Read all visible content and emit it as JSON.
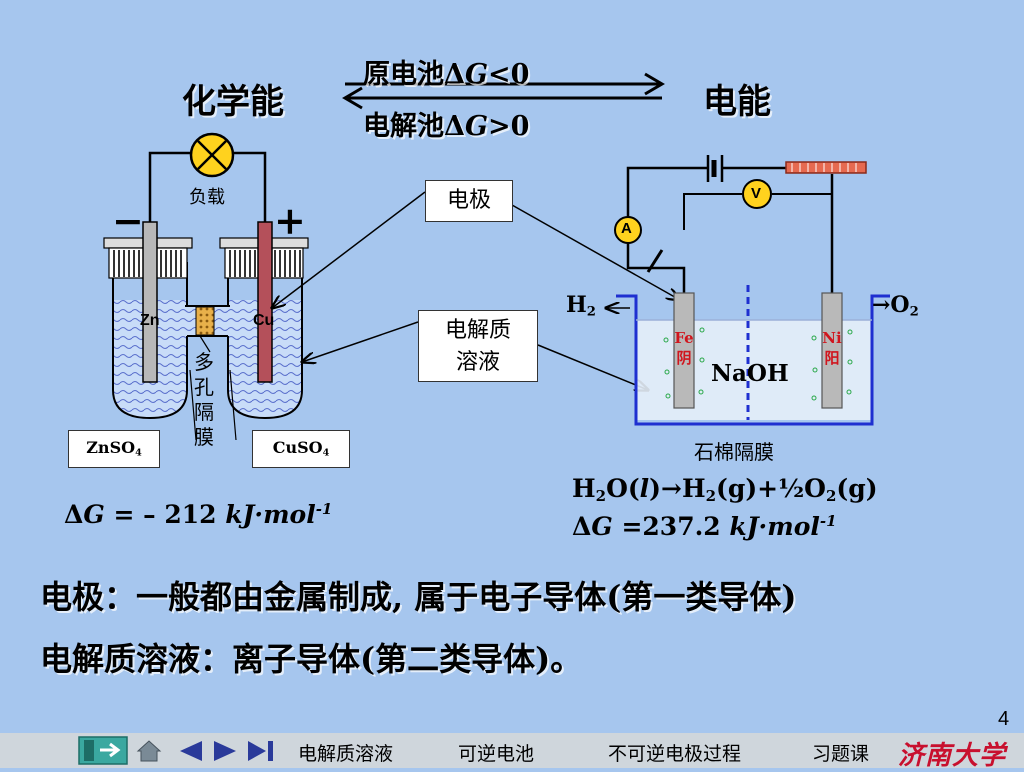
{
  "top": {
    "chem_energy": "化学能",
    "elec_energy": "电能",
    "galvanic_pre": "原电池Δ",
    "galvanic_var": "G",
    "galvanic_post": "<0",
    "electrolytic_pre": "电解池Δ",
    "electrolytic_var": "G",
    "electrolytic_post": ">0"
  },
  "left_cell": {
    "load": "负载",
    "minus": "−",
    "plus": "+",
    "zn": "Zn",
    "cu": "Cu",
    "membrane": [
      "多",
      "孔",
      "隔",
      "膜"
    ],
    "znso4_main": "ZnSO",
    "znso4_sub": "4",
    "cuso4_main": "CuSO",
    "cuso4_sub": "4",
    "dg_pre": "Δ",
    "dg_var": "G",
    "dg_mid": " = – 212 ",
    "dg_unit": "kJ·mol",
    "dg_exp": "-1"
  },
  "callouts": {
    "electrode": "电极",
    "electrolyte_line1": "电解质",
    "electrolyte_line2": "溶液"
  },
  "right_cell": {
    "ammeter": "A",
    "voltmeter": "V",
    "h2_main": "H",
    "h2_sub": "2",
    "o2_main": "→O",
    "o2_sub": "2",
    "fe_label": "Fe",
    "fe_role": "阴",
    "ni_label": "Ni",
    "ni_role": "阳",
    "naoh": "NaOH",
    "asbestos": "石棉隔膜",
    "eq_p1": "H",
    "eq_s1": "2",
    "eq_p2": "O(",
    "eq_l": "l",
    "eq_p3": ")→H",
    "eq_s2": "2",
    "eq_p4": "(g)+½O",
    "eq_s3": "2",
    "eq_p5": "(g)",
    "dg_pre": "Δ",
    "dg_var": "G",
    "dg_mid": " =237.2 ",
    "dg_unit": "kJ·mol",
    "dg_exp": "-1"
  },
  "notes": {
    "line1": "电极：一般都由金属制成, 属于电子导体(第一类导体)",
    "line2": "电解质溶液：离子导体(第二类导体)。"
  },
  "page_number": "4",
  "nav": {
    "items": [
      "电解质溶液",
      "可逆电池",
      "不可逆电极过程",
      "习题课"
    ],
    "logo_text": "济南大学"
  },
  "colors": {
    "background": "#a6c6ee",
    "solution": "#c8dcf8",
    "lamp": "#ffd21e",
    "cu_rod": "#b4505a",
    "vessel_outline": "#1e2fd0",
    "logo": "#c8102e"
  }
}
